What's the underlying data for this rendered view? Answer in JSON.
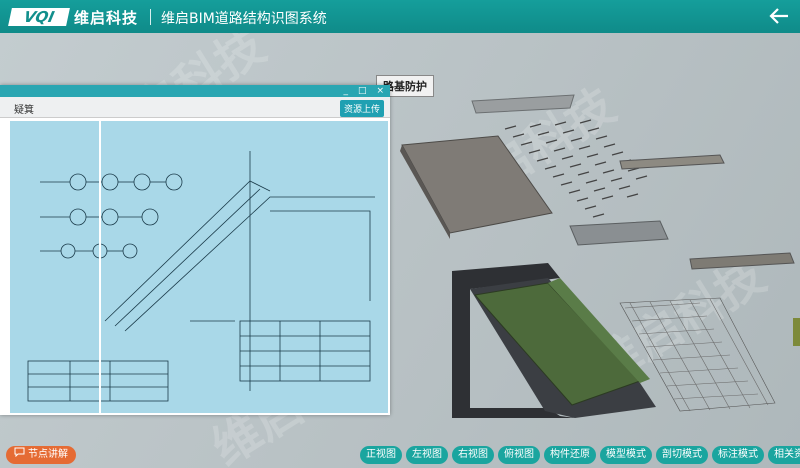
{
  "header": {
    "logo_mark": "VQI",
    "logo_text": "维启科技",
    "title": "维启BIM道路结构识图系统"
  },
  "watermark": "维启科技",
  "scene": {
    "label": "路基防护"
  },
  "doc_window": {
    "controls": [
      "_",
      "□",
      "×"
    ],
    "doc_name": "疑箕",
    "upload_label": "资源上传"
  },
  "footer": {
    "explain_label": "节点讲解",
    "tools": [
      "正视图",
      "左视图",
      "右视图",
      "俯视图",
      "构件还原",
      "模型模式",
      "剖切模式",
      "标注模式",
      "相关资料"
    ]
  },
  "colors": {
    "brand": "#128f8c",
    "toolbar": "#1aa59f",
    "accent": "#e56b34"
  }
}
